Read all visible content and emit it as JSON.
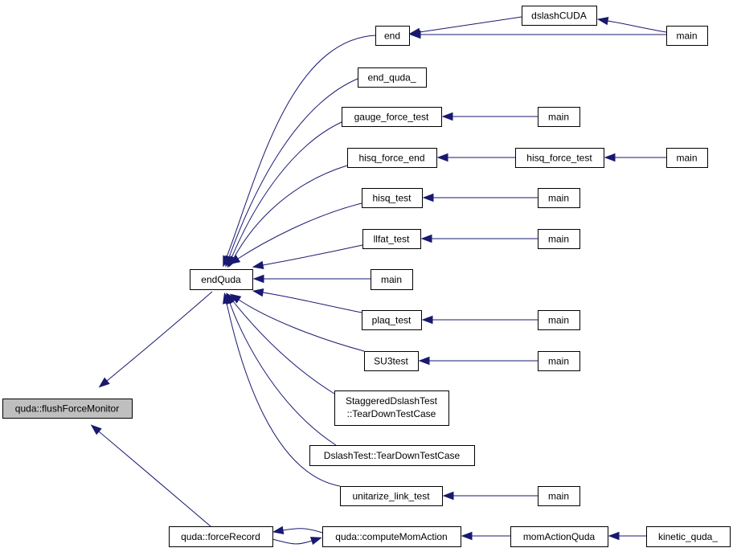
{
  "diagram": {
    "nodes": [
      {
        "id": "flushForceMonitor",
        "label": "quda::flushForceMonitor",
        "highlight": true
      },
      {
        "id": "endQuda",
        "label": "endQuda"
      },
      {
        "id": "forceRecord",
        "label": "quda::forceRecord"
      },
      {
        "id": "end",
        "label": "end"
      },
      {
        "id": "end_quda_",
        "label": "end_quda_"
      },
      {
        "id": "gauge_force_test",
        "label": "gauge_force_test"
      },
      {
        "id": "hisq_force_end",
        "label": "hisq_force_end"
      },
      {
        "id": "hisq_test",
        "label": "hisq_test"
      },
      {
        "id": "llfat_test",
        "label": "llfat_test"
      },
      {
        "id": "main_mid",
        "label": "main"
      },
      {
        "id": "plaq_test",
        "label": "plaq_test"
      },
      {
        "id": "SU3test",
        "label": "SU3test"
      },
      {
        "id": "StaggeredTeardown",
        "label": "StaggeredDslashTest",
        "label2": "::TearDownTestCase"
      },
      {
        "id": "DslashTeardown",
        "label": "DslashTest::TearDownTestCase"
      },
      {
        "id": "unitarize_link_test",
        "label": "unitarize_link_test"
      },
      {
        "id": "computeMomAction",
        "label": "quda::computeMomAction"
      },
      {
        "id": "dslashCUDA",
        "label": "dslashCUDA"
      },
      {
        "id": "main_top",
        "label": "main"
      },
      {
        "id": "main_gauge",
        "label": "main"
      },
      {
        "id": "hisq_force_test",
        "label": "hisq_force_test"
      },
      {
        "id": "main_hisqforce",
        "label": "main"
      },
      {
        "id": "main_hisq",
        "label": "main"
      },
      {
        "id": "main_llfat",
        "label": "main"
      },
      {
        "id": "main_plaq",
        "label": "main"
      },
      {
        "id": "main_su3",
        "label": "main"
      },
      {
        "id": "main_unitarize",
        "label": "main"
      },
      {
        "id": "momActionQuda",
        "label": "momActionQuda"
      },
      {
        "id": "kinetic_quda_",
        "label": "kinetic_quda_"
      }
    ],
    "edges": [
      {
        "from": "endQuda",
        "to": "flushForceMonitor"
      },
      {
        "from": "forceRecord",
        "to": "flushForceMonitor"
      },
      {
        "from": "end",
        "to": "endQuda"
      },
      {
        "from": "end_quda_",
        "to": "endQuda"
      },
      {
        "from": "gauge_force_test",
        "to": "endQuda"
      },
      {
        "from": "hisq_force_end",
        "to": "endQuda"
      },
      {
        "from": "hisq_test",
        "to": "endQuda"
      },
      {
        "from": "llfat_test",
        "to": "endQuda"
      },
      {
        "from": "main_mid",
        "to": "endQuda"
      },
      {
        "from": "plaq_test",
        "to": "endQuda"
      },
      {
        "from": "SU3test",
        "to": "endQuda"
      },
      {
        "from": "StaggeredTeardown",
        "to": "endQuda"
      },
      {
        "from": "DslashTeardown",
        "to": "endQuda"
      },
      {
        "from": "unitarize_link_test",
        "to": "endQuda"
      },
      {
        "from": "computeMomAction",
        "to": "forceRecord"
      },
      {
        "from": "forceRecord",
        "to": "computeMomAction"
      },
      {
        "from": "dslashCUDA",
        "to": "end"
      },
      {
        "from": "main_top",
        "to": "end"
      },
      {
        "from": "main_top",
        "to": "dslashCUDA"
      },
      {
        "from": "main_gauge",
        "to": "gauge_force_test"
      },
      {
        "from": "hisq_force_test",
        "to": "hisq_force_end"
      },
      {
        "from": "main_hisqforce",
        "to": "hisq_force_test"
      },
      {
        "from": "main_hisq",
        "to": "hisq_test"
      },
      {
        "from": "main_llfat",
        "to": "llfat_test"
      },
      {
        "from": "main_plaq",
        "to": "plaq_test"
      },
      {
        "from": "main_su3",
        "to": "SU3test"
      },
      {
        "from": "main_unitarize",
        "to": "unitarize_link_test"
      },
      {
        "from": "momActionQuda",
        "to": "computeMomAction"
      },
      {
        "from": "kinetic_quda_",
        "to": "momActionQuda"
      }
    ]
  }
}
